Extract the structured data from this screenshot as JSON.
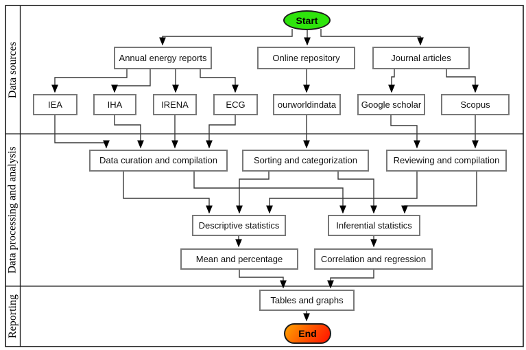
{
  "diagram": {
    "type": "flowchart",
    "lanes": [
      {
        "id": "data-sources",
        "label": "Data sources"
      },
      {
        "id": "data-processing-and-analysis",
        "label": "Data processing and analysis"
      },
      {
        "id": "reporting",
        "label": "Reporting"
      }
    ],
    "nodes": {
      "start": {
        "label": "Start",
        "shape": "oval"
      },
      "annual_energy_reports": {
        "label": "Annual energy reports",
        "shape": "rect"
      },
      "online_repository": {
        "label": "Online repository",
        "shape": "rect"
      },
      "journal_articles": {
        "label": "Journal articles",
        "shape": "rect"
      },
      "iea": {
        "label": "IEA",
        "shape": "rect"
      },
      "iha": {
        "label": "IHA",
        "shape": "rect"
      },
      "irena": {
        "label": "IRENA",
        "shape": "rect"
      },
      "ecg": {
        "label": "ECG",
        "shape": "rect"
      },
      "ourworldindata": {
        "label": "ourworldindata",
        "shape": "rect"
      },
      "google_scholar": {
        "label": "Google scholar",
        "shape": "rect"
      },
      "scopus": {
        "label": "Scopus",
        "shape": "rect"
      },
      "data_curation": {
        "label": "Data curation and compilation",
        "shape": "rect"
      },
      "sorting": {
        "label": "Sorting and categorization",
        "shape": "rect"
      },
      "reviewing": {
        "label": "Reviewing and compilation",
        "shape": "rect"
      },
      "descriptive": {
        "label": "Descriptive statistics",
        "shape": "rect"
      },
      "inferential": {
        "label": "Inferential statistics",
        "shape": "rect"
      },
      "mean_percentage": {
        "label": "Mean and percentage",
        "shape": "rect"
      },
      "correlation_regression": {
        "label": "Correlation and regression",
        "shape": "rect"
      },
      "tables_graphs": {
        "label": "Tables and graphs",
        "shape": "rect"
      },
      "end": {
        "label": "End",
        "shape": "stadium"
      }
    },
    "edges": [
      {
        "from": "start",
        "to": "annual_energy_reports"
      },
      {
        "from": "start",
        "to": "online_repository"
      },
      {
        "from": "start",
        "to": "journal_articles"
      },
      {
        "from": "annual_energy_reports",
        "to": "iea"
      },
      {
        "from": "annual_energy_reports",
        "to": "iha"
      },
      {
        "from": "annual_energy_reports",
        "to": "irena"
      },
      {
        "from": "annual_energy_reports",
        "to": "ecg"
      },
      {
        "from": "online_repository",
        "to": "ourworldindata"
      },
      {
        "from": "journal_articles",
        "to": "google_scholar"
      },
      {
        "from": "journal_articles",
        "to": "scopus"
      },
      {
        "from": "iea",
        "to": "data_curation"
      },
      {
        "from": "iha",
        "to": "data_curation"
      },
      {
        "from": "irena",
        "to": "data_curation"
      },
      {
        "from": "ecg",
        "to": "data_curation"
      },
      {
        "from": "ourworldindata",
        "to": "sorting"
      },
      {
        "from": "google_scholar",
        "to": "reviewing"
      },
      {
        "from": "scopus",
        "to": "reviewing"
      },
      {
        "from": "data_curation",
        "to": "descriptive"
      },
      {
        "from": "data_curation",
        "to": "inferential"
      },
      {
        "from": "sorting",
        "to": "descriptive"
      },
      {
        "from": "sorting",
        "to": "inferential"
      },
      {
        "from": "reviewing",
        "to": "descriptive"
      },
      {
        "from": "reviewing",
        "to": "inferential"
      },
      {
        "from": "descriptive",
        "to": "mean_percentage"
      },
      {
        "from": "inferential",
        "to": "correlation_regression"
      },
      {
        "from": "mean_percentage",
        "to": "tables_graphs"
      },
      {
        "from": "correlation_regression",
        "to": "tables_graphs"
      },
      {
        "from": "tables_graphs",
        "to": "end"
      }
    ],
    "colors": {
      "start_fill": "#2ee40c",
      "end_fill_from": "#ff9600",
      "end_fill_to": "#ff1c00",
      "box_border": "#787878",
      "frame_border": "#1a1a1a",
      "arrow": "#3a3a3a"
    }
  }
}
